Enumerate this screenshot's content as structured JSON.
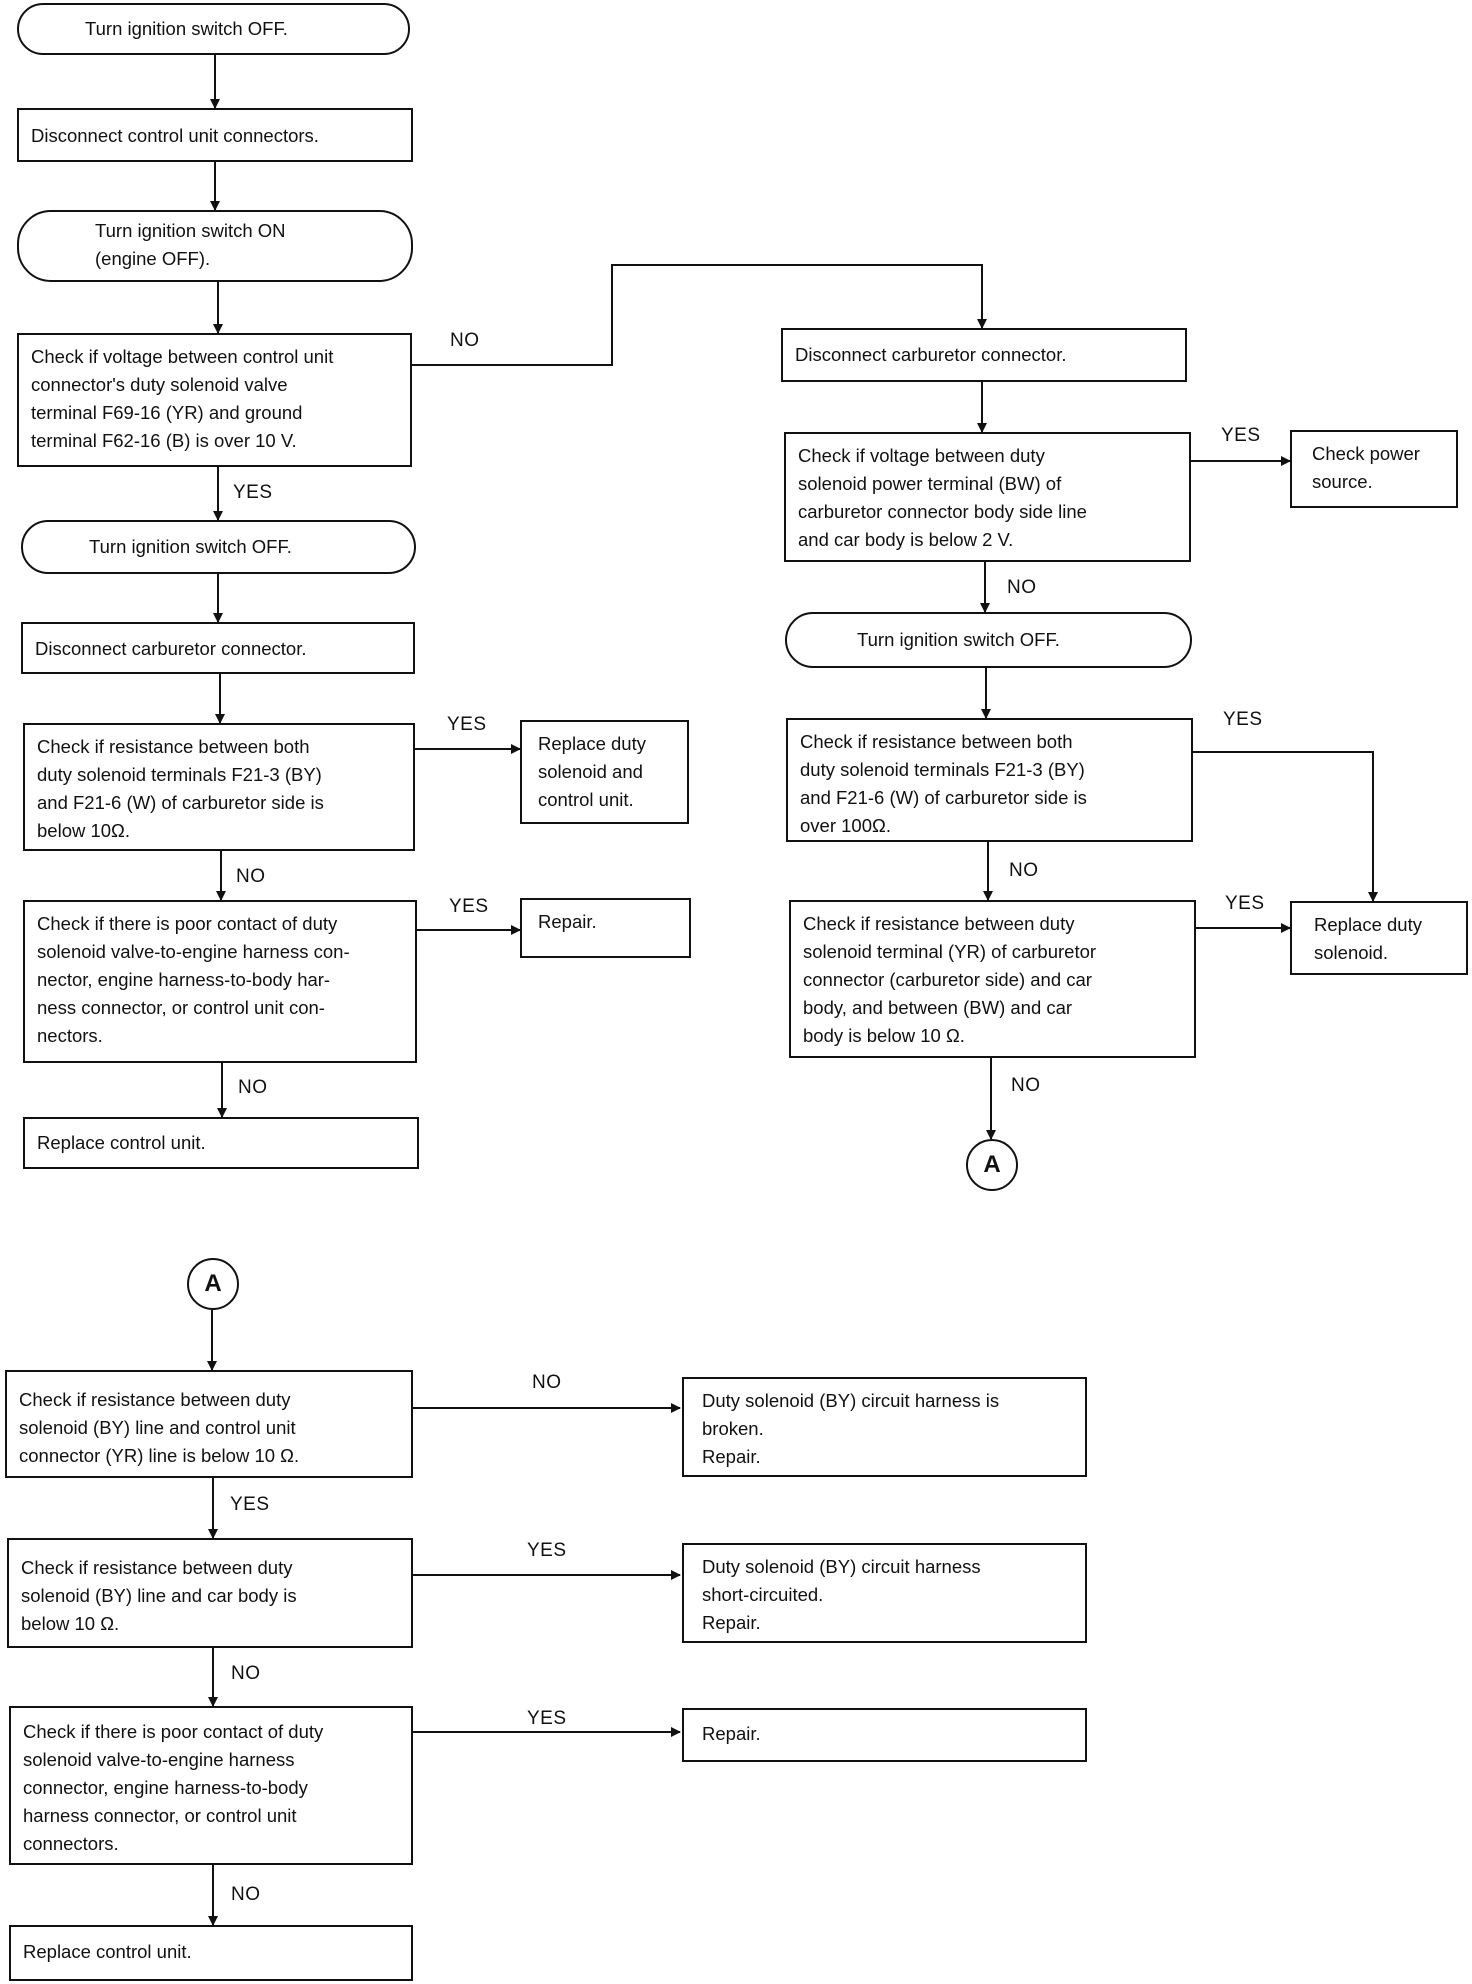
{
  "nodes": {
    "n1": "Turn ignition switch OFF.",
    "n2": "Disconnect control unit connectors.",
    "n3": "Turn ignition switch ON\n(engine OFF).",
    "n4": "Check if voltage between control unit\nconnector's duty solenoid valve\nterminal F69-16 (YR) and ground\nterminal F62-16 (B) is over 10 V.",
    "n5": "Turn ignition switch OFF.",
    "n6": "Disconnect carburetor connector.",
    "n7": "Check if resistance between both\nduty solenoid terminals F21-3 (BY)\nand F21-6 (W) of carburetor side is\nbelow 10Ω.",
    "n8": "Replace duty\nsolenoid and\ncontrol unit.",
    "n9": "Check if there is poor contact of duty\nsolenoid valve-to-engine harness con-\nnector, engine harness-to-body har-\nness connector, or control unit con-\nnectors.",
    "n10": "Repair.",
    "n11": "Replace control unit.",
    "r1": "Disconnect carburetor connector.",
    "r2": "Check if voltage between duty\nsolenoid power terminal (BW) of\ncarburetor connector body side line\nand car body is below 2 V.",
    "r3": "Check power\nsource.",
    "r4": "Turn ignition switch OFF.",
    "r5": "Check if resistance between both\nduty solenoid terminals F21-3 (BY)\nand F21-6 (W) of carburetor side is\nover 100Ω.",
    "r6": "Check if resistance between duty\nsolenoid terminal (YR) of carburetor\nconnector (carburetor side) and car\nbody, and between (BW) and car\nbody is below 10 Ω.",
    "r7": "Replace duty\nsolenoid.",
    "b1": "Check if resistance between duty\nsolenoid (BY) line and control unit\nconnector (YR) line is below 10 Ω.",
    "b2": "Duty solenoid (BY) circuit harness is\nbroken.\nRepair.",
    "b3": "Check if resistance between duty\nsolenoid (BY) line and car body is\nbelow 10 Ω.",
    "b4": "Duty solenoid (BY) circuit harness\nshort-circuited.\nRepair.",
    "b5": "Check if there is poor contact of duty\nsolenoid valve-to-engine harness\nconnector, engine harness-to-body\nharness connector, or control unit\nconnectors.",
    "b6": "Repair.",
    "b7": "Replace control unit."
  },
  "labels": {
    "l_n4_no": "NO",
    "l_n4_yes": "YES",
    "l_n7_yes": "YES",
    "l_n7_no": "NO",
    "l_n9_yes": "YES",
    "l_n9_no": "NO",
    "l_r2_yes": "YES",
    "l_r2_no": "NO",
    "l_r5_yes": "YES",
    "l_r5_no": "NO",
    "l_r6_yes": "YES",
    "l_r6_no": "NO",
    "l_b1_no": "NO",
    "l_b1_yes": "YES",
    "l_b3_yes": "YES",
    "l_b3_no": "NO",
    "l_b5_yes": "YES",
    "l_b5_no": "NO"
  },
  "connectors": {
    "a_out": "A",
    "a_in": "A"
  }
}
